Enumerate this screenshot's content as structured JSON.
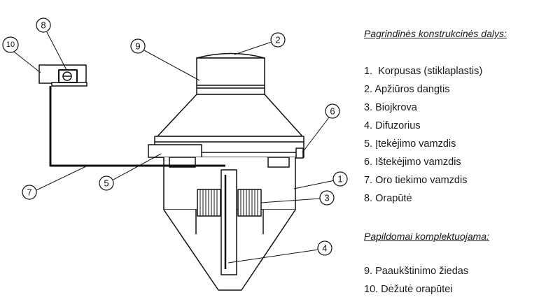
{
  "drawing": {
    "callouts": [
      "1",
      "2",
      "3",
      "4",
      "5",
      "6",
      "7",
      "8",
      "9",
      "10"
    ]
  },
  "legend": {
    "main_heading": "Pagrindinės konstrukcinės dalys:",
    "main_items": [
      "1.  Korpusas (stiklaplastis)",
      "2. Apžiūros dangtis",
      "3. Biojkrova",
      "4. Difuzorius",
      "5. Įtekėjimo vamzdis",
      "6. Ištekėjimo vamzdis",
      "7. Oro tiekimo vamzdis",
      "8. Orapūtė"
    ],
    "extra_heading": "Papildomai komplektuojama:",
    "extra_items": [
      "9. Paaukštinimo žiedas",
      "10. Dėžutė orapūtei"
    ]
  }
}
